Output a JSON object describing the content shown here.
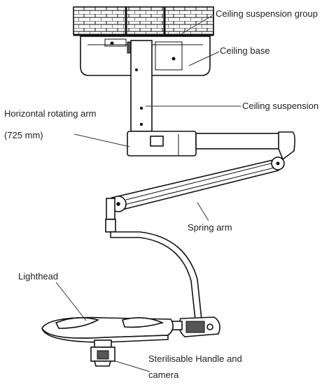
{
  "labels": {
    "ceiling_suspension_group": "Ceiling suspension group",
    "ceiling_base": "Ceiling base",
    "ceiling_suspension": "Ceiling suspension",
    "horizontal_arm_line1": "Horizontal rotating arm",
    "horizontal_arm_line2": "(725 mm)",
    "spring_arm": "Spring arm",
    "lighthead": "Lighthead",
    "handle_line1": "Sterilisable Handle and",
    "handle_line2": "camera"
  },
  "colors": {
    "line": "#111111",
    "label_text": "#222222",
    "background": "#ffffff"
  }
}
